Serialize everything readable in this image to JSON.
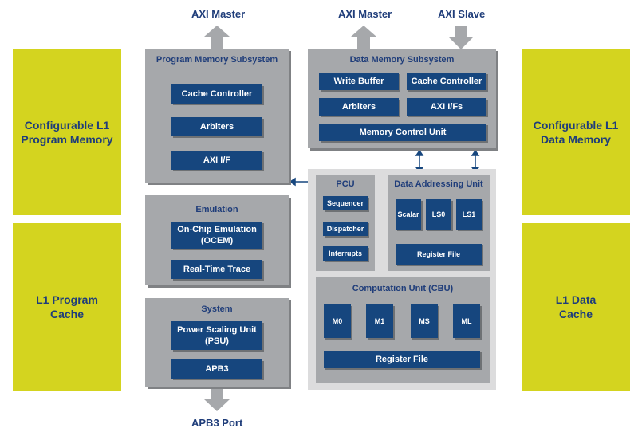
{
  "colors": {
    "yellow": "#d4d41f",
    "grey_panel": "#a6a8ab",
    "light_panel": "#dcdcdd",
    "block_blue": "#16467e",
    "text_blue": "#1f3d7a"
  },
  "external": {
    "axi_master_left": "AXI Master",
    "axi_master_right": "AXI Master",
    "axi_slave": "AXI Slave",
    "apb3_port": "APB3 Port"
  },
  "left_memories": {
    "configurable_l1_program_memory": "Configurable L1\nProgram Memory",
    "l1_program_cache": "L1 Program\nCache"
  },
  "right_memories": {
    "configurable_l1_data_memory": "Configurable L1\nData Memory",
    "l1_data_cache": "L1 Data\nCache"
  },
  "program_memory_subsystem": {
    "title": "Program Memory Subsystem",
    "blocks": [
      "Cache Controller",
      "Arbiters",
      "AXI I/F"
    ]
  },
  "emulation": {
    "title": "Emulation",
    "blocks": [
      "On-Chip Emulation\n(OCEM)",
      "Real-Time Trace"
    ]
  },
  "system": {
    "title": "System",
    "blocks": [
      "Power Scaling Unit\n(PSU)",
      "APB3"
    ]
  },
  "data_memory_subsystem": {
    "title": "Data Memory Subsystem",
    "write_buffer": "Write Buffer",
    "cache_controller": "Cache Controller",
    "arbiters": "Arbiters",
    "axi_ifs": "AXI I/Fs",
    "memory_control_unit": "Memory Control Unit"
  },
  "pcu": {
    "title": "PCU",
    "blocks": [
      "Sequencer",
      "Dispatcher",
      "Interrupts"
    ]
  },
  "data_addressing_unit": {
    "title": "Data Addressing Unit",
    "scalar": "Scalar",
    "ls0": "LS0",
    "ls1": "LS1",
    "register_file": "Register File"
  },
  "computation_unit": {
    "title": "Computation Unit (CBU)",
    "blocks": [
      "M0",
      "M1",
      "MS",
      "ML"
    ],
    "register_file": "Register File"
  }
}
